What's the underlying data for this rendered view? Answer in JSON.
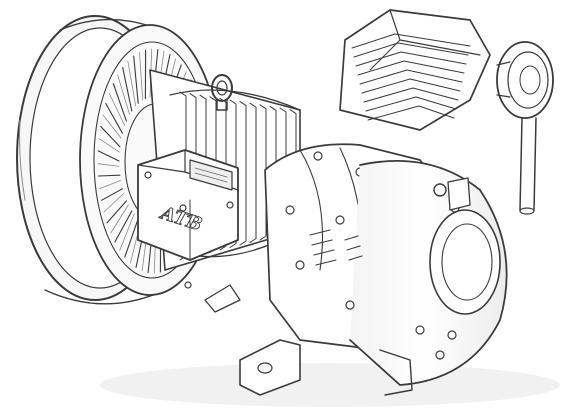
{
  "illustration": {
    "subject": "electric-motor-air-compressor-sketch",
    "style": "pencil-sketch",
    "ink_color": "#3a3a3a",
    "soft_ink_color": "#8a8a8a",
    "paper_color": "#ffffff",
    "logo_text": "ATB"
  }
}
